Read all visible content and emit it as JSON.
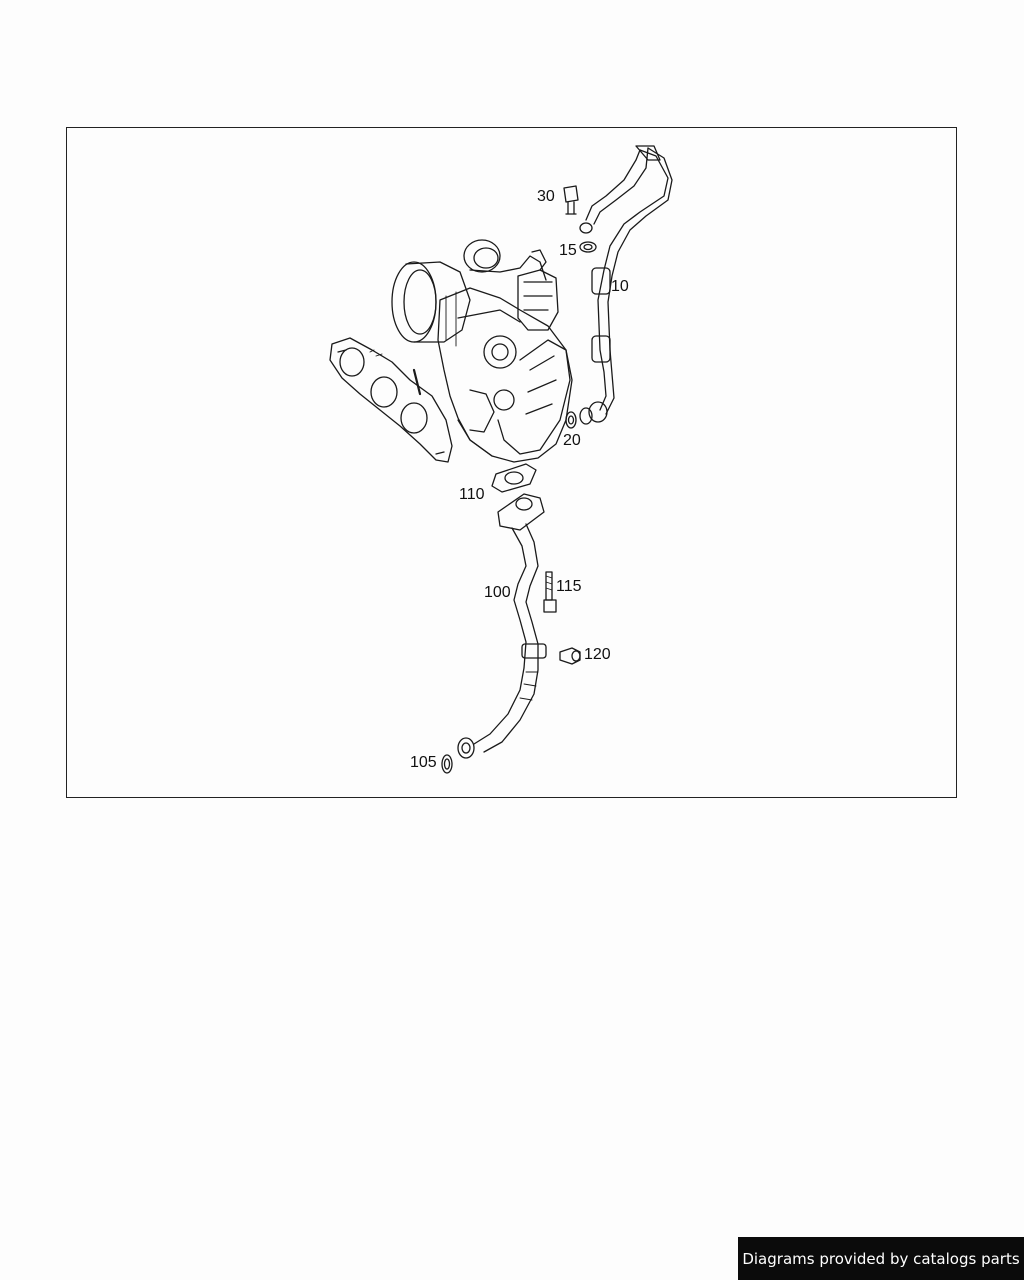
{
  "diagram": {
    "callouts": {
      "c10": "10",
      "c15": "15",
      "c20": "20",
      "c30": "30",
      "c100": "100",
      "c105": "105",
      "c110": "110",
      "c115": "115",
      "c120": "120"
    },
    "line_color": "#1a1a1a",
    "frame_color": "#222222"
  },
  "footer": {
    "credit": "Diagrams provided by catalogs parts",
    "background": "#0b0b0b",
    "text_color": "#ffffff"
  }
}
